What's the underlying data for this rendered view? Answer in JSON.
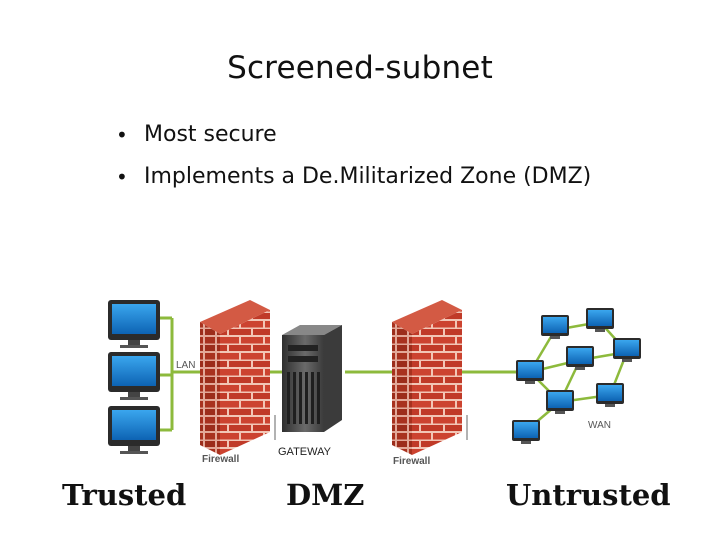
{
  "slide": {
    "title": "Screened-subnet",
    "bullets": [
      "Most secure",
      "Implements a De.Militarized Zone (DMZ)"
    ]
  },
  "diagram": {
    "lan_label": "LAN",
    "wan_label": "WAN",
    "firewall_labels": [
      "Firewall",
      "Firewall"
    ],
    "gateway_label": "GATEWAY",
    "zone_labels": [
      "Trusted",
      "DMZ",
      "Untrusted"
    ],
    "colors": {
      "link_green": "#8dba3c",
      "brick": "#c9412d",
      "mortar": "#f2c6b6",
      "monitor_screen": "#1e88d8",
      "server": "#4a4a4a"
    }
  }
}
